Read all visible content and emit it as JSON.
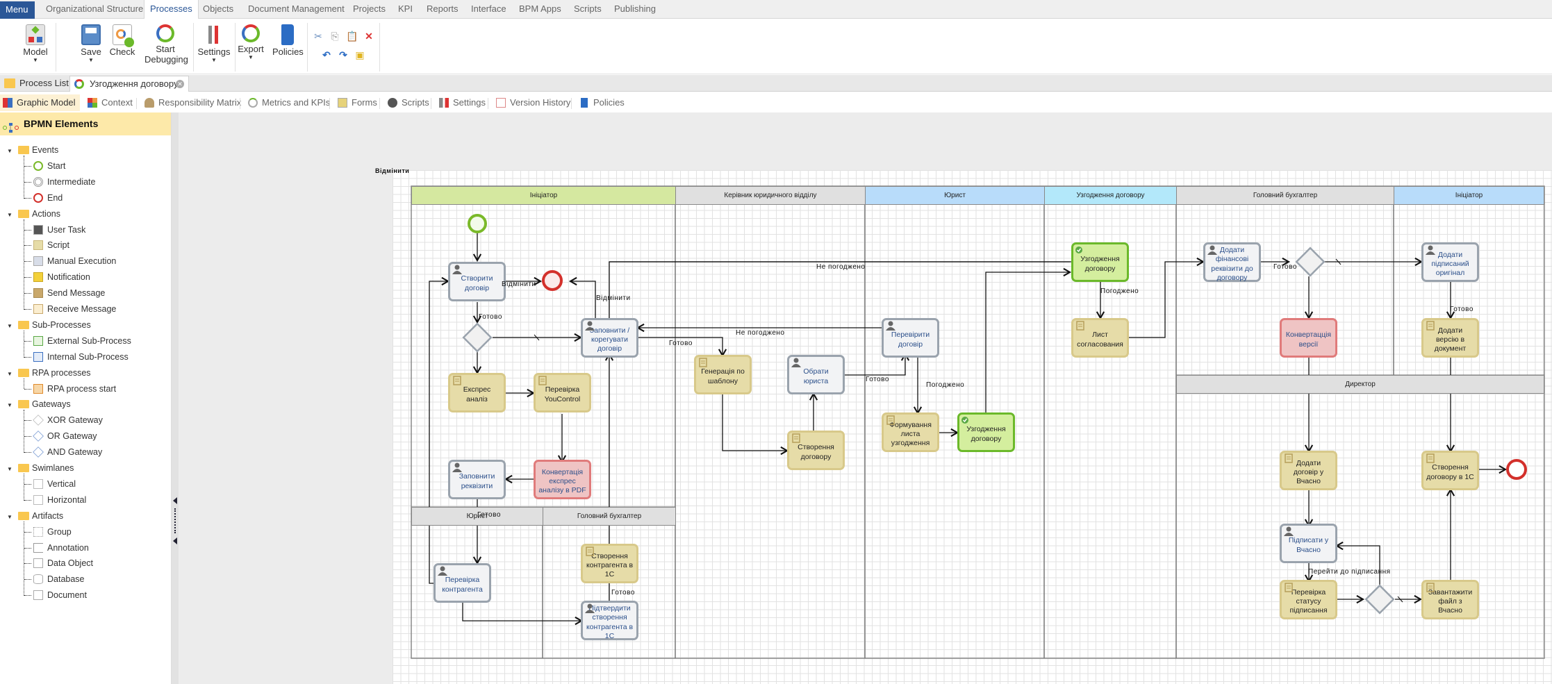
{
  "menubar": {
    "menu_label": "Menu",
    "tabs": [
      "Organizational Structure",
      "Processes",
      "Objects",
      "Document Management",
      "Projects",
      "KPI",
      "Reports",
      "Interface",
      "BPM Apps",
      "Scripts",
      "Publishing"
    ],
    "active_tab": "Processes"
  },
  "ribbon": {
    "model": "Model",
    "save": "Save",
    "check": "Check",
    "start_debugging_1": "Start",
    "start_debugging_2": "Debugging",
    "settings": "Settings",
    "export": "Export",
    "policies": "Policies"
  },
  "doc_tabs": {
    "process_list": "Process List",
    "active": "Узгодження договору"
  },
  "sub_tabs": [
    "Graphic Model",
    "Context",
    "Responsibility Matrix",
    "Metrics and KPIs",
    "Forms",
    "Scripts",
    "Settings",
    "Version History",
    "Policies"
  ],
  "sidebar": {
    "title": "BPMN Elements",
    "groups": [
      {
        "label": "Events",
        "items": [
          "Start",
          "Intermediate",
          "End"
        ]
      },
      {
        "label": "Actions",
        "items": [
          "User Task",
          "Script",
          "Manual Execution",
          "Notification",
          "Send Message",
          "Receive Message"
        ]
      },
      {
        "label": "Sub-Processes",
        "items": [
          "External Sub-Process",
          "Internal Sub-Process"
        ]
      },
      {
        "label": "RPA processes",
        "items": [
          "RPA process start"
        ]
      },
      {
        "label": "Gateways",
        "items": [
          "XOR Gateway",
          "OR Gateway",
          "AND Gateway"
        ]
      },
      {
        "label": "Swimlanes",
        "items": [
          "Vertical",
          "Horizontal"
        ]
      },
      {
        "label": "Artifacts",
        "items": [
          "Group",
          "Annotation",
          "Data Object",
          "Database",
          "Document"
        ]
      }
    ]
  },
  "diagram": {
    "overlap_label": "Відмінити",
    "lanes": [
      {
        "name": "Ініціатор",
        "color": "#d5e8a0"
      },
      {
        "name": "Керівник юридичного відділу",
        "color": "#e0e0e0"
      },
      {
        "name": "Юрист",
        "color": "#b8dcfa"
      },
      {
        "name": "Узгодження договору",
        "color": "#b3e8fa"
      },
      {
        "name": "Головний бухгалтер",
        "color": "#e0e0e0"
      },
      {
        "name": "Ініціатор",
        "color": "#b8dcfa"
      },
      {
        "name": "Юрист",
        "color": "#e0e0e0"
      },
      {
        "name": "Головний бухгалтер",
        "color": "#e0e0e0"
      },
      {
        "name": "Директор",
        "color": "#e0e0e0"
      }
    ],
    "tasks": [
      {
        "id": "t1",
        "label": "Створити договір",
        "type": "user"
      },
      {
        "id": "t2",
        "label": "Заповнити / корегувати договір",
        "type": "user"
      },
      {
        "id": "t3",
        "label": "Експрес аналіз",
        "type": "script"
      },
      {
        "id": "t4",
        "label": "Перевірка YouControl",
        "type": "script"
      },
      {
        "id": "t5",
        "label": "Заповнити реквізити",
        "type": "user"
      },
      {
        "id": "t6",
        "label": "Конвертація експрес аналізу в PDF",
        "type": "red"
      },
      {
        "id": "t7",
        "label": "Перевірка контрагента",
        "type": "user"
      },
      {
        "id": "t8",
        "label": "Створення контрагента в 1С",
        "type": "script"
      },
      {
        "id": "t9",
        "label": "Підтвердити створення контрагента в 1С",
        "type": "user"
      },
      {
        "id": "t10",
        "label": "Генерація по шаблону",
        "type": "script"
      },
      {
        "id": "t11",
        "label": "Обрати юриста",
        "type": "user"
      },
      {
        "id": "t12",
        "label": "Створення договору",
        "type": "script"
      },
      {
        "id": "t13",
        "label": "Перевірити договір",
        "type": "user"
      },
      {
        "id": "t14",
        "label": "Формування листа узгодження",
        "type": "script"
      },
      {
        "id": "t15",
        "label": "Узгодження договору",
        "type": "green"
      },
      {
        "id": "t16",
        "label": "Узгодження договору",
        "type": "green"
      },
      {
        "id": "t17",
        "label": "Лист согласования",
        "type": "script"
      },
      {
        "id": "t18",
        "label": "Додати фінансові реквізити до договору",
        "type": "user"
      },
      {
        "id": "t19",
        "label": "Конвертацція версії",
        "type": "red"
      },
      {
        "id": "t20",
        "label": "Додати підписаний оригінал",
        "type": "user"
      },
      {
        "id": "t21",
        "label": "Додати версію в документ",
        "type": "script"
      },
      {
        "id": "t22",
        "label": "Додати договір у Вчасно",
        "type": "script"
      },
      {
        "id": "t23",
        "label": "Створення договору в 1С",
        "type": "script"
      },
      {
        "id": "t24",
        "label": "Підписати у Вчасно",
        "type": "user"
      },
      {
        "id": "t25",
        "label": "Перевірка статусу підписання",
        "type": "script"
      },
      {
        "id": "t26",
        "label": "Завантажити файл з Вчасно",
        "type": "script"
      }
    ],
    "edge_labels": {
      "cancel1": "Відмінити",
      "cancel2": "Відмінити",
      "done1": "Готово",
      "done2": "Готово",
      "done3": "Готово",
      "done4": "Готово",
      "done5": "Готово",
      "done6": "Готово",
      "done7": "Готово",
      "not_agreed1": "Не погоджено",
      "not_agreed2": "Не погоджено",
      "agreed1": "Погоджено",
      "agreed2": "Погоджено",
      "go_sign": "Перейти до підписання"
    }
  }
}
